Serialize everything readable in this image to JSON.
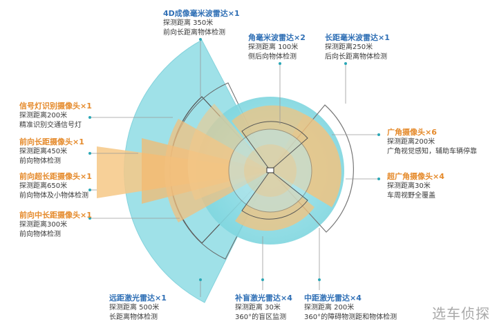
{
  "sensors": [
    {
      "id": "lidar4d",
      "title": "4D成像毫米波雷达×1",
      "lines": [
        "探测距离 350米",
        "前向长距离物体检测"
      ],
      "color": "blue"
    },
    {
      "id": "corner",
      "title": "角毫米波雷达×2",
      "lines": [
        "探测距离 100米",
        "侧后向物体检测"
      ],
      "color": "blue"
    },
    {
      "id": "longradar",
      "title": "长距毫米波雷达×1",
      "lines": [
        "探测距离250米",
        "后向长距离物体检测"
      ],
      "color": "blue"
    },
    {
      "id": "traffic",
      "title": "信号灯识别摄像头×1",
      "lines": [
        "探测距离200米",
        "精准识别交通信号灯"
      ],
      "color": "orange"
    },
    {
      "id": "fwdlong",
      "title": "前向长距摄像头×1",
      "lines": [
        "探测距离450米",
        "前向物体检测"
      ],
      "color": "orange"
    },
    {
      "id": "fwdultra",
      "title": "前向超长距摄像头×1",
      "lines": [
        "探测距离650米",
        "前向物体及小物体检测"
      ],
      "color": "orange"
    },
    {
      "id": "fwdmid",
      "title": "前向中长距摄像头×1",
      "lines": [
        "探测距离300米",
        "前向物体检测"
      ],
      "color": "orange"
    },
    {
      "id": "wide",
      "title": "广角摄像头×6",
      "lines": [
        "探测距离200米",
        "广角视觉感知，辅助车辆停靠"
      ],
      "color": "orange"
    },
    {
      "id": "ultrawide",
      "title": "超广角摄像头×4",
      "lines": [
        "探测距离30米",
        "车周视野全覆盖"
      ],
      "color": "orange"
    },
    {
      "id": "farlidar",
      "title": "远距激光雷达×1",
      "lines": [
        "探测距离 500米",
        "长距离物体检测"
      ],
      "color": "blue"
    },
    {
      "id": "blindlidar",
      "title": "补盲激光雷达×4",
      "lines": [
        "探测距离 30米",
        "360°的盲区监测"
      ],
      "color": "blue"
    },
    {
      "id": "midlidar",
      "title": "中距激光雷达×4",
      "lines": [
        "探测距离 200米",
        "360°的障碍物测距和物体检测"
      ],
      "color": "blue"
    }
  ],
  "watermark": "选车侦探",
  "colors": {
    "teal": "#5cc8d4",
    "tealLight": "#a9e3ea",
    "orange": "#f6bf75",
    "blueTitle": "#2f6fb5",
    "orangeTitle": "#e58a2b",
    "outline": "#555555",
    "leader": "#9a9a9a"
  }
}
